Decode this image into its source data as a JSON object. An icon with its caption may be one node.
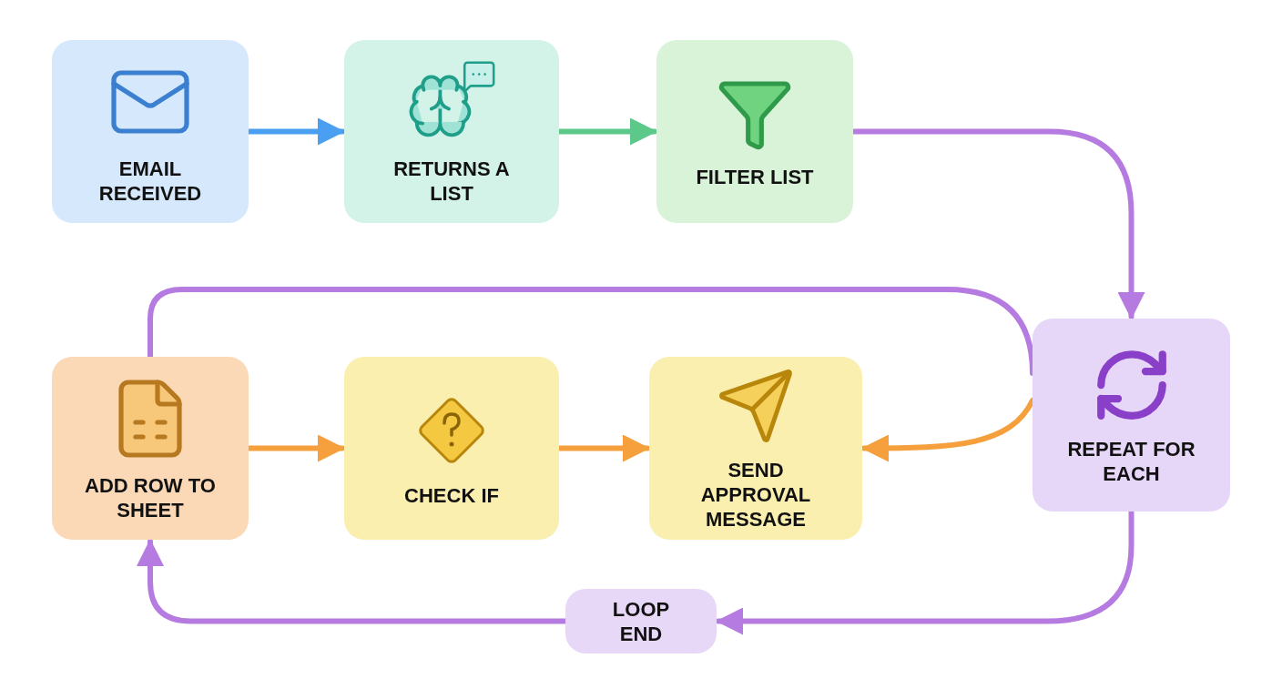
{
  "diagram": {
    "nodes": [
      {
        "text": [
          "EMAIL RECEIVED"
        ]
      },
      {
        "text": [
          "RETURNS A LIST"
        ]
      },
      {
        "text": [
          "FILTER LIST"
        ]
      },
      {
        "text": [
          "REPEAT FOR EACH"
        ]
      },
      {
        "text": [
          "ADD ROW TO SHEET"
        ]
      },
      {
        "text": [
          "CHECK IF"
        ]
      },
      {
        "text": [
          "SEND APPROVAL MESSAGE"
        ]
      },
      {
        "text": [
          "LOOP END"
        ]
      }
    ],
    "edges": [
      {
        "from": 0,
        "to": 1,
        "arrow": "to",
        "color": "#4a9ff0"
      },
      {
        "from": 1,
        "to": 2,
        "arrow": "to",
        "color": "#5cc98a"
      },
      {
        "from": 2,
        "to": 3,
        "arrow": "to"
      },
      {
        "from": 4,
        "to": 3,
        "arrow": "none"
      },
      {
        "from": 3,
        "to": 6,
        "arrow": "to",
        "color": "#f5a03c"
      },
      {
        "from": 4,
        "to": 5,
        "arrow": "to",
        "color": "#f5a03c"
      },
      {
        "from": 5,
        "to": 6,
        "arrow": "to",
        "color": "#f5a03c"
      },
      {
        "from": 3,
        "to": 7,
        "arrow": "to"
      },
      {
        "from": 7,
        "to": 4,
        "arrow": "to"
      }
    ]
  }
}
